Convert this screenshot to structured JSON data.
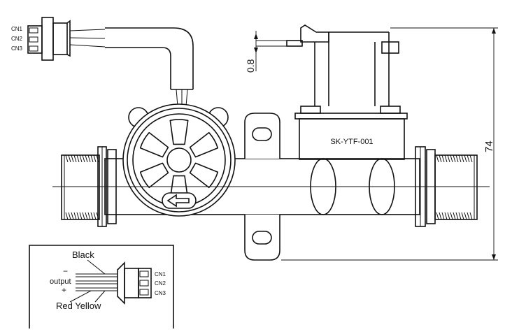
{
  "connector_top": {
    "pins": [
      "CN1",
      "CN2",
      "CN3"
    ]
  },
  "body": {
    "model_label": "SK-YTF-001"
  },
  "dimensions": {
    "terminal_thickness": "0.8",
    "overall_height": "74"
  },
  "wiring_inset": {
    "wire_black": "Black",
    "output_label": "output",
    "minus_sign": "−",
    "plus_sign": "+",
    "wire_red_yellow": "Red Yellow",
    "pins": [
      "CN1",
      "CN2",
      "CN3"
    ]
  }
}
